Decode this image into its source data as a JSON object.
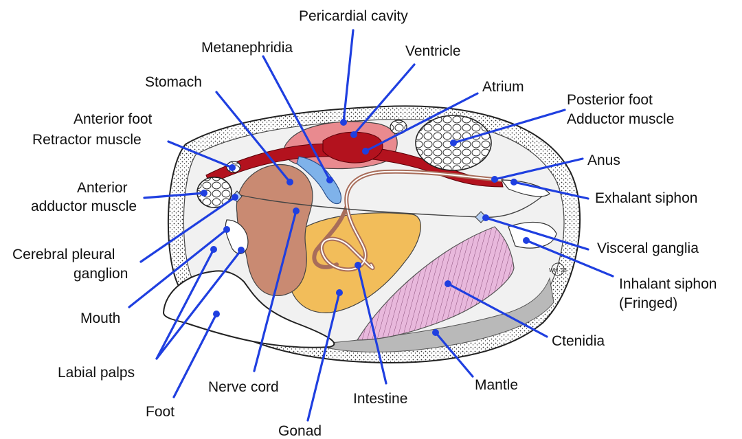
{
  "labels": {
    "pericardial_cavity": "Pericardial cavity",
    "metanephridia": "Metanephridia",
    "ventricle": "Ventricle",
    "stomach": "Stomach",
    "atrium": "Atrium",
    "posterior_foot_1": "Posterior foot",
    "posterior_foot_2": "Adductor muscle",
    "anterior_foot_1": "Anterior foot",
    "anterior_foot_2": "Retractor muscle",
    "anus": "Anus",
    "anterior_adductor_1": "Anterior",
    "anterior_adductor_2": "adductor muscle",
    "exhalant_siphon": "Exhalant siphon",
    "cerebral_1": "Cerebral pleural",
    "cerebral_2": "ganglion",
    "visceral_ganglia": "Visceral ganglia",
    "inhalant_1": "Inhalant siphon",
    "inhalant_2": "(Fringed)",
    "mouth": "Mouth",
    "ctenidia": "Ctenidia",
    "labial_palps": "Labial palps",
    "nerve_cord": "Nerve cord",
    "mantle": "Mantle",
    "intestine": "Intestine",
    "foot": "Foot",
    "gonad": "Gonad"
  },
  "signature": "WH '23",
  "colors": {
    "leader": "#1f3fe0",
    "heart": "#b3121e",
    "pericardial": "#e98a8f",
    "stomach": "#c98a72",
    "gonad": "#f2bd5a",
    "metanephridia": "#7fb2ea",
    "ctenidia": "#e8b8dc",
    "shell_stipple": "#cfcfcf",
    "interior": "#f1f1f1"
  }
}
